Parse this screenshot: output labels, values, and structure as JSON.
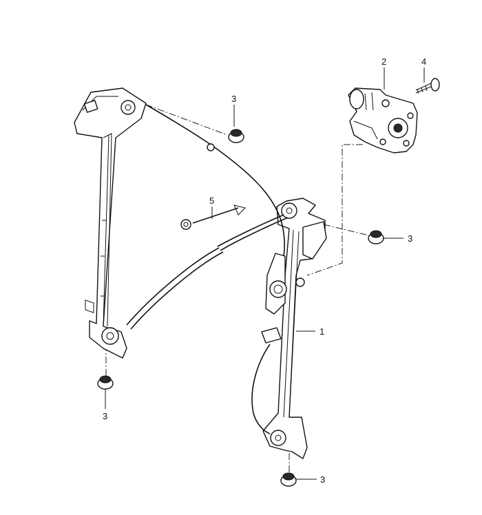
{
  "callouts": {
    "regulator": "1",
    "motor": "2",
    "nut_top": "3",
    "nut_right": "3",
    "nut_left": "3",
    "nut_bottom": "3",
    "screw": "4",
    "cable_tie": "5"
  },
  "colors": {
    "line": "#111111",
    "background": "#ffffff"
  }
}
